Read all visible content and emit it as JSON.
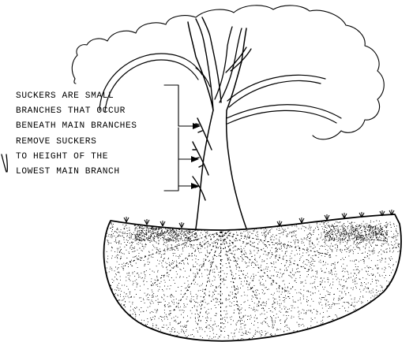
{
  "annotation": {
    "suckers_note": [
      "SUCKERS  ARE SMALL",
      "BRANCHES THAT OCCUR",
      "BENEATH MAIN BRANCHES"
    ],
    "remove_note": [
      "REMOVE SUCKERS",
      "TO HEIGHT OF THE",
      "LOWEST MAIN BRANCH"
    ]
  },
  "colors": {
    "ink": "#000000",
    "background": "#ffffff"
  }
}
